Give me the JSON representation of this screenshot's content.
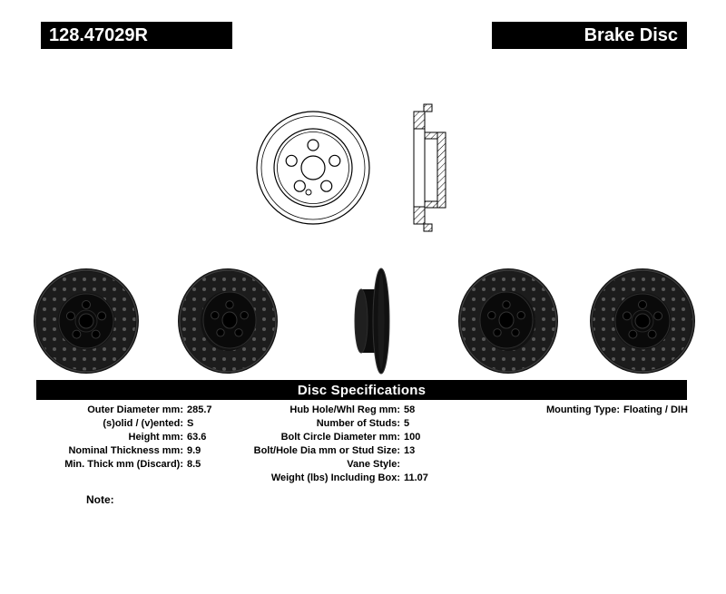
{
  "header": {
    "part_number": "128.47029R",
    "product_type": "Brake Disc"
  },
  "specs": {
    "title": "Disc Specifications",
    "left": [
      {
        "label": "Outer Diameter mm:",
        "value": "285.7"
      },
      {
        "label": "(s)olid / (v)ented:",
        "value": "S"
      },
      {
        "label": "Height mm:",
        "value": "63.6"
      },
      {
        "label": "Nominal Thickness mm:",
        "value": "9.9"
      },
      {
        "label": "Min. Thick mm (Discard):",
        "value": "8.5"
      }
    ],
    "middle": [
      {
        "label": "Hub Hole/Whl Reg mm:",
        "value": "58"
      },
      {
        "label": "Number of Studs:",
        "value": "5"
      },
      {
        "label": "Bolt Circle Diameter mm:",
        "value": "100"
      },
      {
        "label": "Bolt/Hole Dia mm or Stud Size:",
        "value": "13"
      },
      {
        "label": "Vane Style:",
        "value": ""
      },
      {
        "label": "Weight (lbs) Including Box:",
        "value": "11.07"
      }
    ],
    "right": [
      {
        "label": "Mounting Type:",
        "value": "Floating / DIH"
      }
    ]
  },
  "note_label": "Note:",
  "colors": {
    "bar_background": "#000000",
    "bar_text": "#ffffff",
    "page_background": "#ffffff"
  }
}
